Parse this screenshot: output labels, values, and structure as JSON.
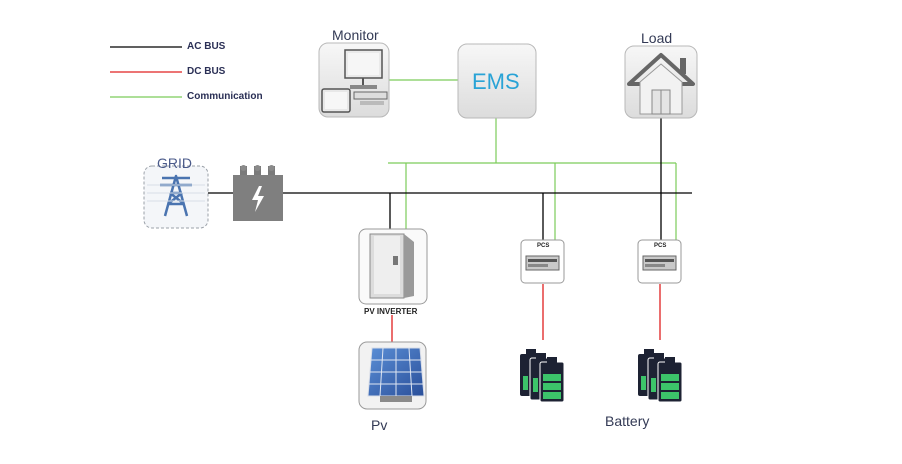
{
  "legend": [
    {
      "label": "AC BUS",
      "color": "#000000"
    },
    {
      "label": "DC BUS",
      "color": "#e02020"
    },
    {
      "label": "Communication",
      "color": "#7ccc5a"
    }
  ],
  "nodes": {
    "monitor": "Monitor",
    "ems": "EMS",
    "load": "Load",
    "grid": "GRID",
    "pcs_1": "PCS",
    "pcs_2": "PCS",
    "pv_inverter": "PV INVERTER",
    "pv": "Pv",
    "battery": "Battery"
  },
  "colors": {
    "ac_bus": "#000000",
    "dc_bus": "#e02020",
    "communication": "#7ccc5a",
    "ems_text": "#29a3d6",
    "battery_fill": "#3cc46a"
  },
  "icons": [
    "monitor-icon",
    "ems-box",
    "house-icon",
    "transmission-tower-icon",
    "transformer-icon",
    "pcs-icon",
    "pv-inverter-icon",
    "solar-panel-icon",
    "battery-icon"
  ]
}
